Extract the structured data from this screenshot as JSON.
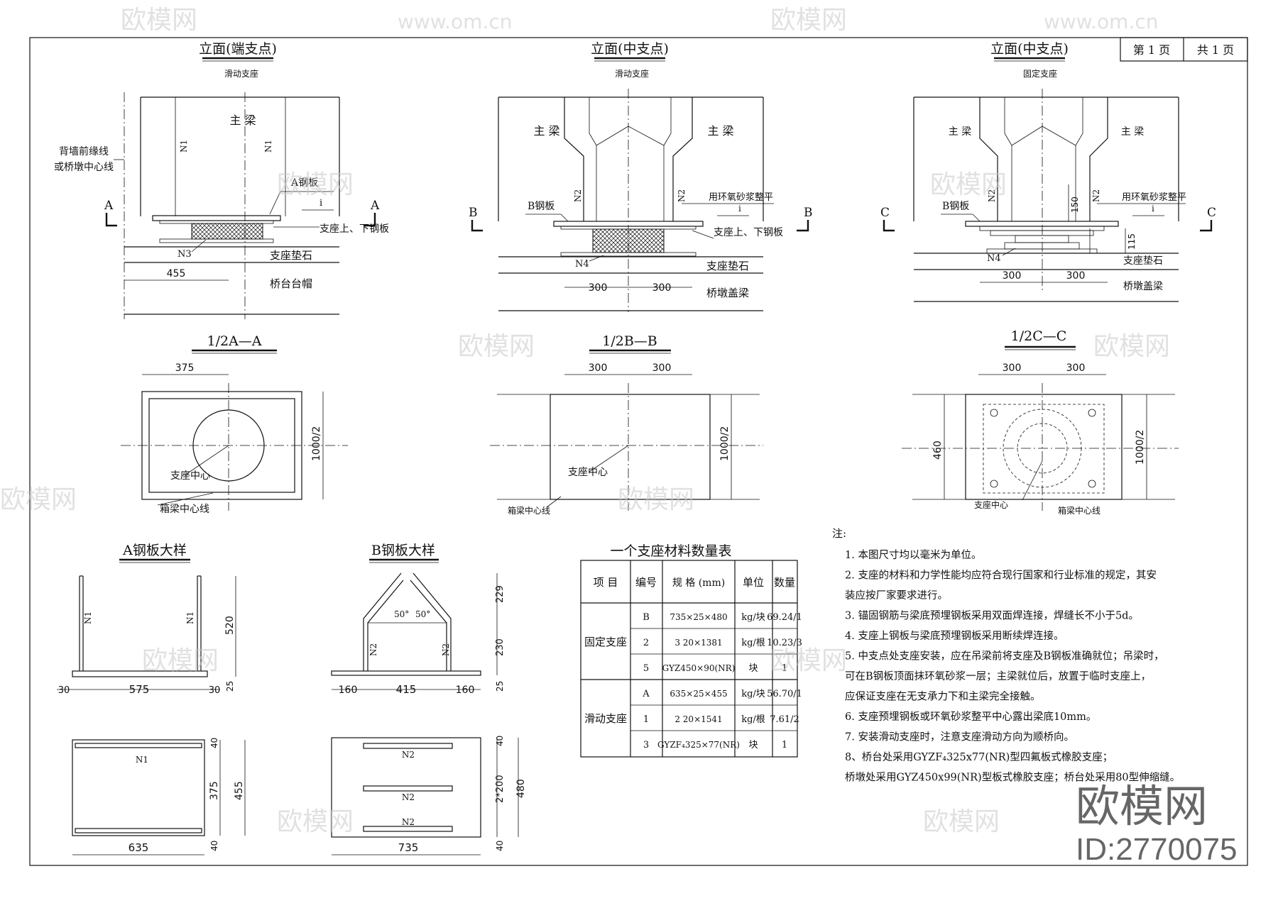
{
  "page": {
    "current": "第 1 页",
    "total": "共 1 页"
  },
  "elev1": {
    "title": "立面(端支点)",
    "subtitle": "滑动支座",
    "main_beam": "主 梁",
    "n1a": "N1",
    "n1b": "N1",
    "backwall": "背墙前缘线",
    "backwall2": "或桥墩中心线",
    "plate": "A钢板",
    "i": "i",
    "sec_left": "A",
    "sec_right": "A",
    "bearing_plates": "支座上、下钢板",
    "n3": "N3",
    "pad": "支座垫石",
    "dim_455": "455",
    "cap": "桥台台帽"
  },
  "elev2": {
    "title": "立面(中支点)",
    "subtitle": "滑动支座",
    "beam_l": "主 梁",
    "beam_r": "主 梁",
    "n2a": "N2",
    "n2b": "N2",
    "plate": "B钢板",
    "mortar": "用环氧砂浆整平",
    "i": "i",
    "bearing_plates": "支座上、下钢板",
    "n4": "N4",
    "pad": "支座垫石",
    "dim_a": "300",
    "dim_b": "300",
    "cap": "桥墩盖梁",
    "sec_left": "B",
    "sec_right": "B"
  },
  "elev3": {
    "title": "立面(中支点)",
    "subtitle": "固定支座",
    "beam_l": "主 梁",
    "beam_r": "主 梁",
    "n2a": "N2",
    "n2b": "N2",
    "plate": "B钢板",
    "mortar": "用环氧砂浆整平",
    "i": "i",
    "dim_150": "150",
    "dim_115": "115",
    "n4": "N4",
    "pad": "支座垫石",
    "dim_a": "300",
    "dim_b": "300",
    "cap": "桥墩盖梁",
    "sec_left": "C",
    "sec_right": "C"
  },
  "secA": {
    "title": "1/2A—A",
    "dim_375": "375",
    "dim_1000": "1000/2",
    "center": "支座中心",
    "girder_cl": "箱梁中心线"
  },
  "secB": {
    "title": "1/2B—B",
    "dim_a": "300",
    "dim_b": "300",
    "dim_1000": "1000/2",
    "center": "支座中心",
    "girder_cl": "箱梁中心线"
  },
  "secC": {
    "title": "1/2C—C",
    "dim_a": "300",
    "dim_b": "300",
    "dim_460": "460",
    "dim_1000": "1000/2",
    "center": "支座中心",
    "girder_cl": "箱梁中心线"
  },
  "plateA": {
    "title": "A钢板大样",
    "n1a": "N1",
    "n1b": "N1",
    "dim_520": "520",
    "dim_25": "25",
    "dim_30a": "30",
    "dim_575": "575",
    "dim_30b": "30",
    "n1_plan": "N1",
    "dim_40a": "40",
    "dim_375": "375",
    "dim_455": "455",
    "dim_40b": "40",
    "dim_635": "635"
  },
  "plateB": {
    "title": "B钢板大样",
    "ang_a": "50°",
    "ang_b": "50°",
    "n2a": "N2",
    "n2b": "N2",
    "dim_229": "229",
    "dim_230": "230",
    "dim_25": "25",
    "dim_160a": "160",
    "dim_415": "415",
    "dim_160b": "160",
    "n2_1": "N2",
    "n2_2": "N2",
    "n2_3": "N2",
    "dim_40a": "40",
    "dim_2x200": "2*200",
    "dim_480": "480",
    "dim_40b": "40",
    "dim_735": "735"
  },
  "table": {
    "title": "一个支座材料数量表",
    "headers": [
      "项 目",
      "编号",
      "规 格 (mm)",
      "单位",
      "数量"
    ],
    "group1": "固定支座",
    "group2": "滑动支座",
    "rows": [
      [
        "B",
        "735×25×480",
        "kg/块",
        "69.24/1"
      ],
      [
        "2",
        "3  20×1381",
        "kg/根",
        "10.23/3"
      ],
      [
        "5",
        "GYZ450×90(NR)",
        "块",
        "1"
      ],
      [
        "A",
        "635×25×455",
        "kg/块",
        "56.70/1"
      ],
      [
        "1",
        "2  20×1541",
        "kg/根",
        "7.61/2"
      ],
      [
        "3",
        "GYZF₄325×77(NR)",
        "块",
        "1"
      ]
    ]
  },
  "notes": {
    "label": "注:",
    "lines": [
      "1. 本图尺寸均以毫米为单位。",
      "2. 支座的材料和力学性能均应符合现行国家和行业标准的规定，其安",
      "    装应按厂家要求进行。",
      "3. 锚固钢筋与梁底预埋钢板采用双面焊连接，焊缝长不小于5d。",
      "4. 支座上钢板与梁底预埋钢板采用断续焊连接。",
      "5. 中支点处支座安装，应在吊梁前将支座及B钢板准确就位；吊梁时，",
      "    可在B钢板顶面抹环氧砂浆一层；主梁就位后，放置于临时支座上，",
      "    应保证支座在无支承力下和主梁完全接触。",
      "6. 支座预埋钢板或环氧砂浆整平中心露出梁底10mm。",
      "7. 安装滑动支座时，注意支座滑动方向为顺桥向。",
      "8、桥台处采用GYZF₄325x77(NR)型四氟板式橡胶支座；",
      "    桥墩处采用GYZ450x99(NR)型板式橡胶支座；桥台处采用80型伸缩缝。"
    ]
  },
  "watermark": {
    "logo": "欧模网",
    "site": "www.om.cn",
    "id": "ID:2770075"
  }
}
